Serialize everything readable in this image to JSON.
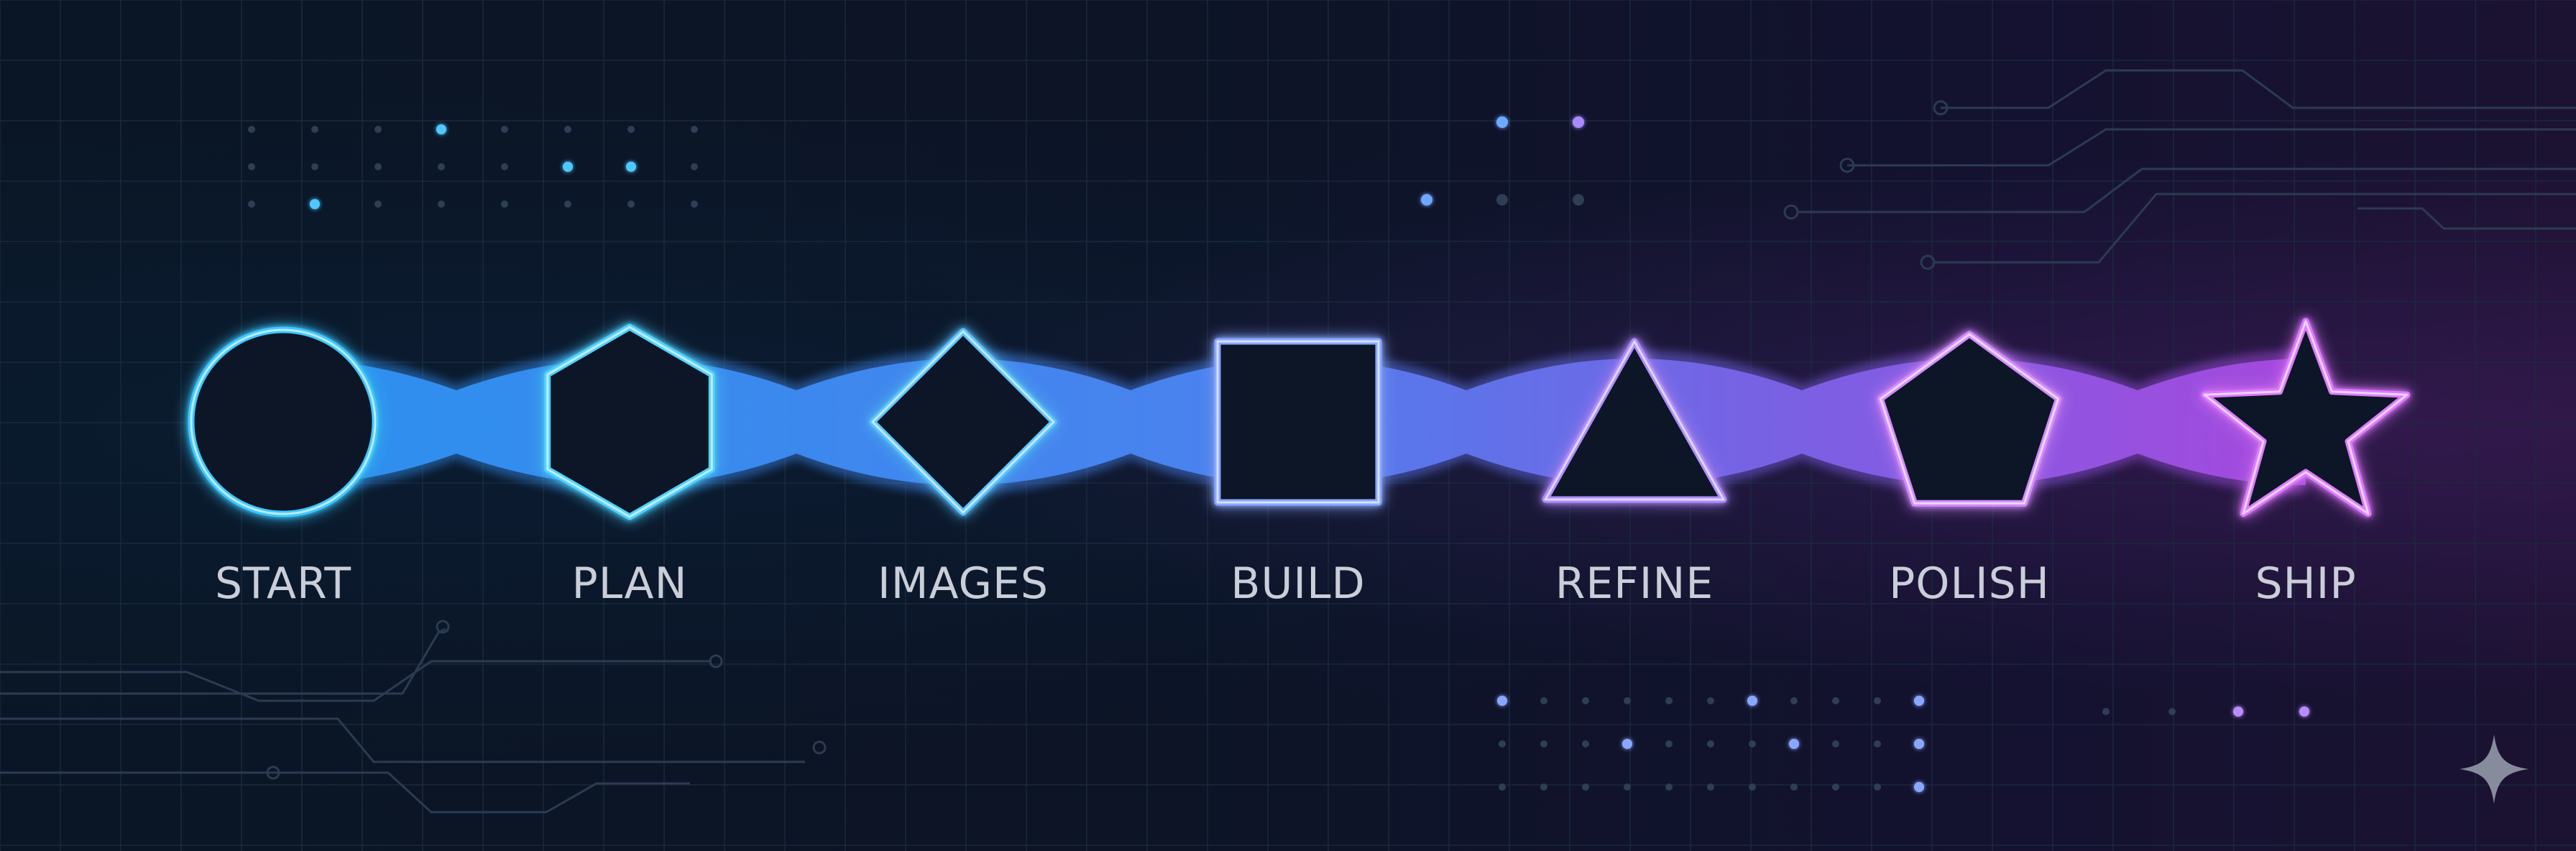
{
  "colors": {
    "background": "#0b1220",
    "grid_line": "#1b2a3d",
    "circuit_line": "#2b3b52",
    "label_text": "#c9ced8",
    "neon_start": "#33c5ff",
    "neon_end": "#c06bff"
  },
  "stages": [
    {
      "label": "START",
      "shape": "circle",
      "color": "#3cc8ff"
    },
    {
      "label": "PLAN",
      "shape": "hexagon",
      "color": "#4fd2ff"
    },
    {
      "label": "IMAGES",
      "shape": "diamond",
      "color": "#5cc4ff"
    },
    {
      "label": "BUILD",
      "shape": "square",
      "color": "#8aa7ff"
    },
    {
      "label": "REFINE",
      "shape": "triangle",
      "color": "#b18cff"
    },
    {
      "label": "POLISH",
      "shape": "pentagon",
      "color": "#d58aff"
    },
    {
      "label": "SHIP",
      "shape": "star",
      "color": "#e07aff"
    }
  ],
  "decorations": {
    "corner_mark": "sparkle-icon"
  }
}
